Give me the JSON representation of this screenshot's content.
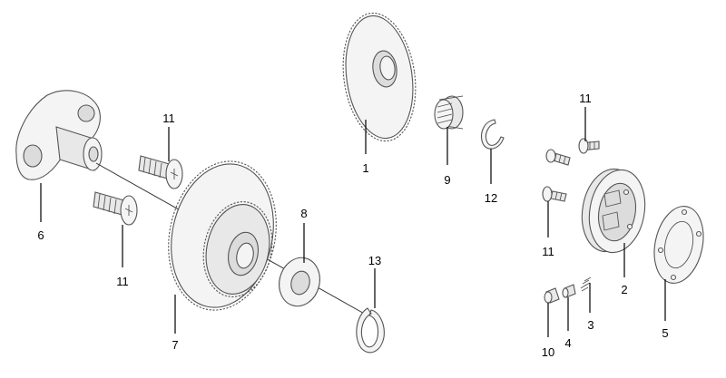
{
  "callouts": {
    "c1": "1",
    "c2": "2",
    "c3": "3",
    "c4": "4",
    "c5": "5",
    "c6": "6",
    "c7": "7",
    "c8": "8",
    "c9": "9",
    "c10": "10",
    "c11a": "11",
    "c11b": "11",
    "c11c": "11",
    "c11d": "11",
    "c12": "12",
    "c13": "13"
  }
}
